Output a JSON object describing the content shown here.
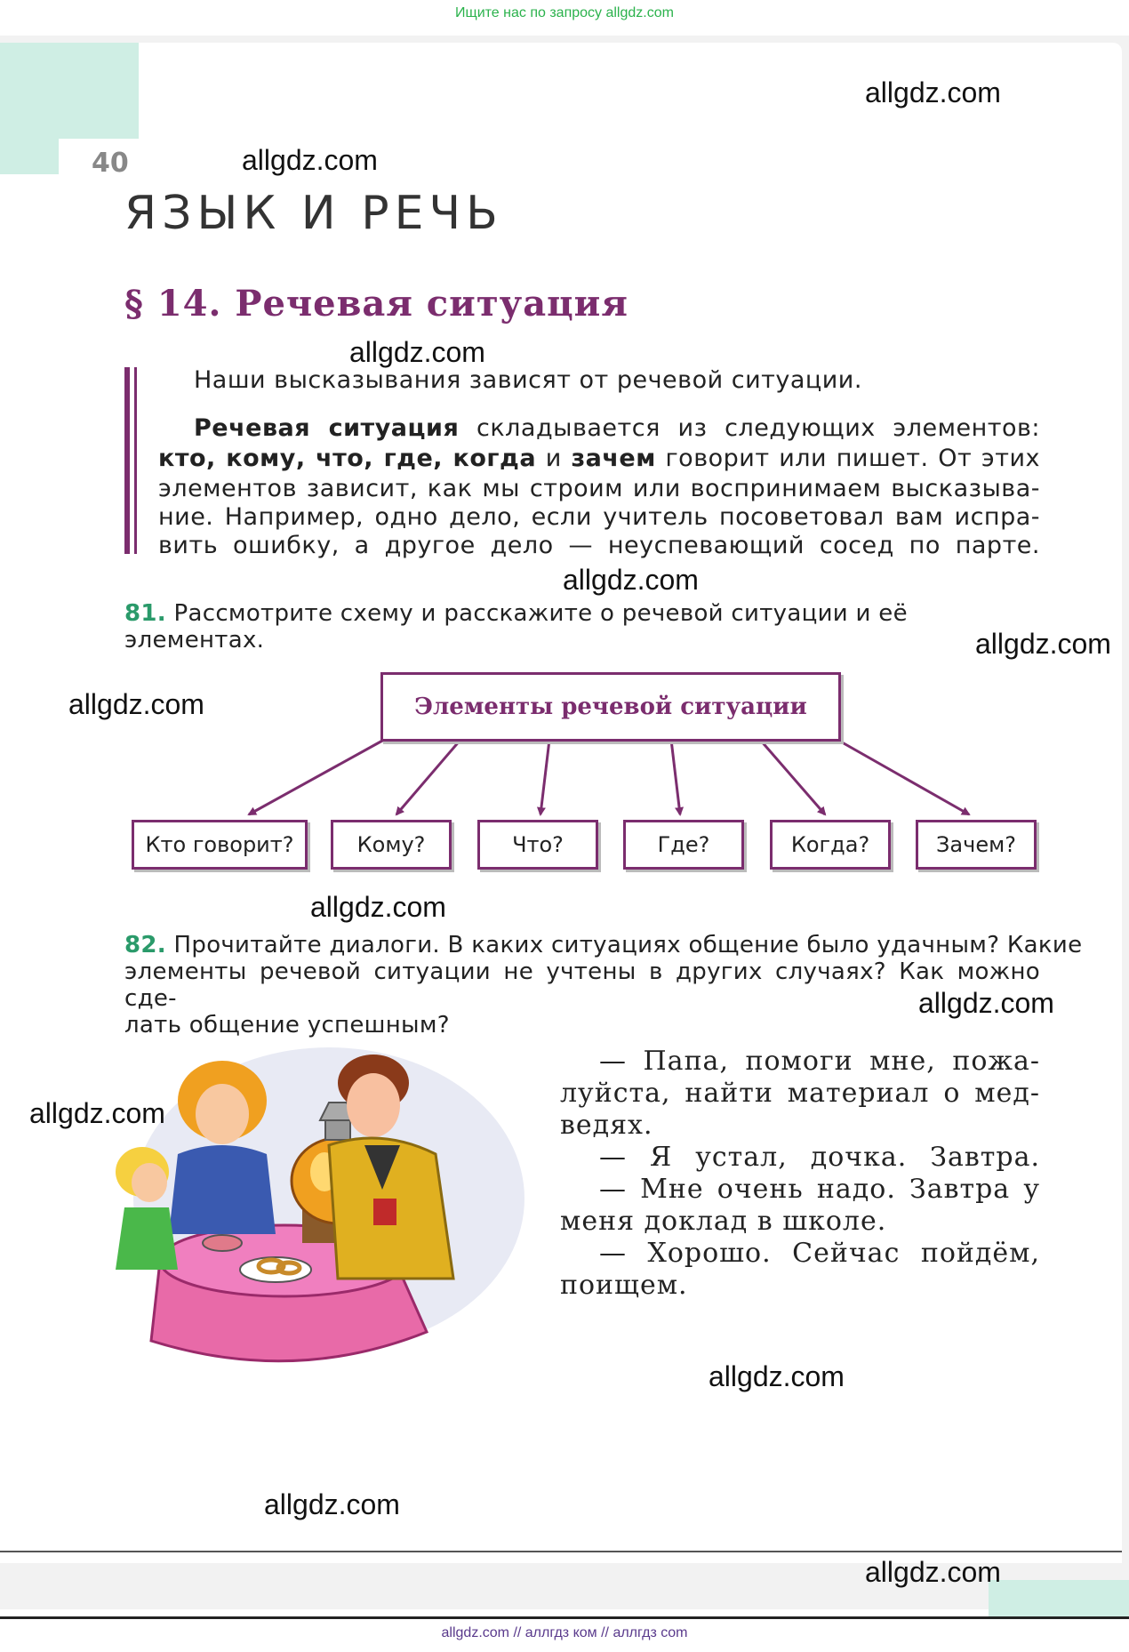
{
  "top_banner": "Ищите нас по запросу allgdz.com",
  "footer": "allgdz.com  //  аллгдз ком  //  аллгдз com",
  "page_number": "40",
  "section_title": "ЯЗЫК И РЕЧЬ",
  "paragraph_title": "§ 14. Речевая ситуация",
  "rule": {
    "line1": "Наши высказывания зависят от речевой ситуации.",
    "line2_bold": "Речевая ситуация",
    "line2_rest": " складывается из следующих элементов:",
    "line3_bold1": "кто, кому, что, где, когда",
    "line3_mid": " и ",
    "line3_bold2": "зачем",
    "line3_rest": " говорит или пишет. От этих",
    "line4": "элементов зависит, как мы строим или воспринимаем высказыва-",
    "line5": "ние. Например, одно дело, если учитель посоветовал вам испра-",
    "line6": "вить ошибку, а другое дело — неуспевающий сосед по парте."
  },
  "exercise81": {
    "number": "81.",
    "text": " Рассмотрите схему и расскажите о речевой ситуации и её элементах."
  },
  "scheme": {
    "title": "Элементы речевой ситуации",
    "items": [
      "Кто говорит?",
      "Кому?",
      "Что?",
      "Где?",
      "Когда?",
      "Зачем?"
    ]
  },
  "exercise82": {
    "number": "82.",
    "line1": " Прочитайте диалоги. В каких ситуациях общение было удачным? Какие",
    "line2": "элементы речевой ситуации не учтены в других случаях? Как можно сде-",
    "line3": "лать общение успешным?"
  },
  "dialog": [
    "— Папа, помоги мне, пожа-",
    "луйста, найти материал о мед-",
    "ведях.",
    "— Я устал, дочка. Завтра.",
    "— Мне очень надо. Завтра у",
    "меня доклад в школе.",
    "— Хорошо. Сейчас пойдём,",
    "поищем."
  ],
  "watermark": "allgdz.com",
  "colors": {
    "accent": "#7b2d6e",
    "exercise_number": "#2a9a6a",
    "mint": "#cfeee4",
    "banner_text": "#2bb24c"
  }
}
